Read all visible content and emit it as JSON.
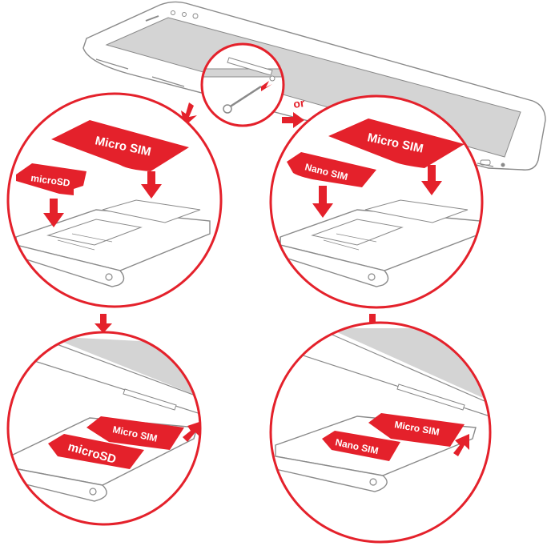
{
  "colors": {
    "accent": "#e4212b",
    "line": "#8a8a8a",
    "screen": "#d4d4d4",
    "background": "#ffffff"
  },
  "connector": {
    "or_label": "or"
  },
  "left_option": {
    "top_step": {
      "micro_sim_label": "Micro SIM",
      "microsd_label": "microSD"
    },
    "bottom_step": {
      "micro_sim_label": "Micro SIM",
      "microsd_label": "microSD"
    }
  },
  "right_option": {
    "top_step": {
      "micro_sim_label": "Micro SIM",
      "nano_sim_label": "Nano SIM"
    },
    "bottom_step": {
      "micro_sim_label": "Micro SIM",
      "nano_sim_label": "Nano SIM"
    }
  },
  "icons": [
    "phone-icon",
    "eject-pin-icon",
    "down-arrow-icon",
    "push-in-arrow-icon",
    "sim-tray-icon"
  ]
}
